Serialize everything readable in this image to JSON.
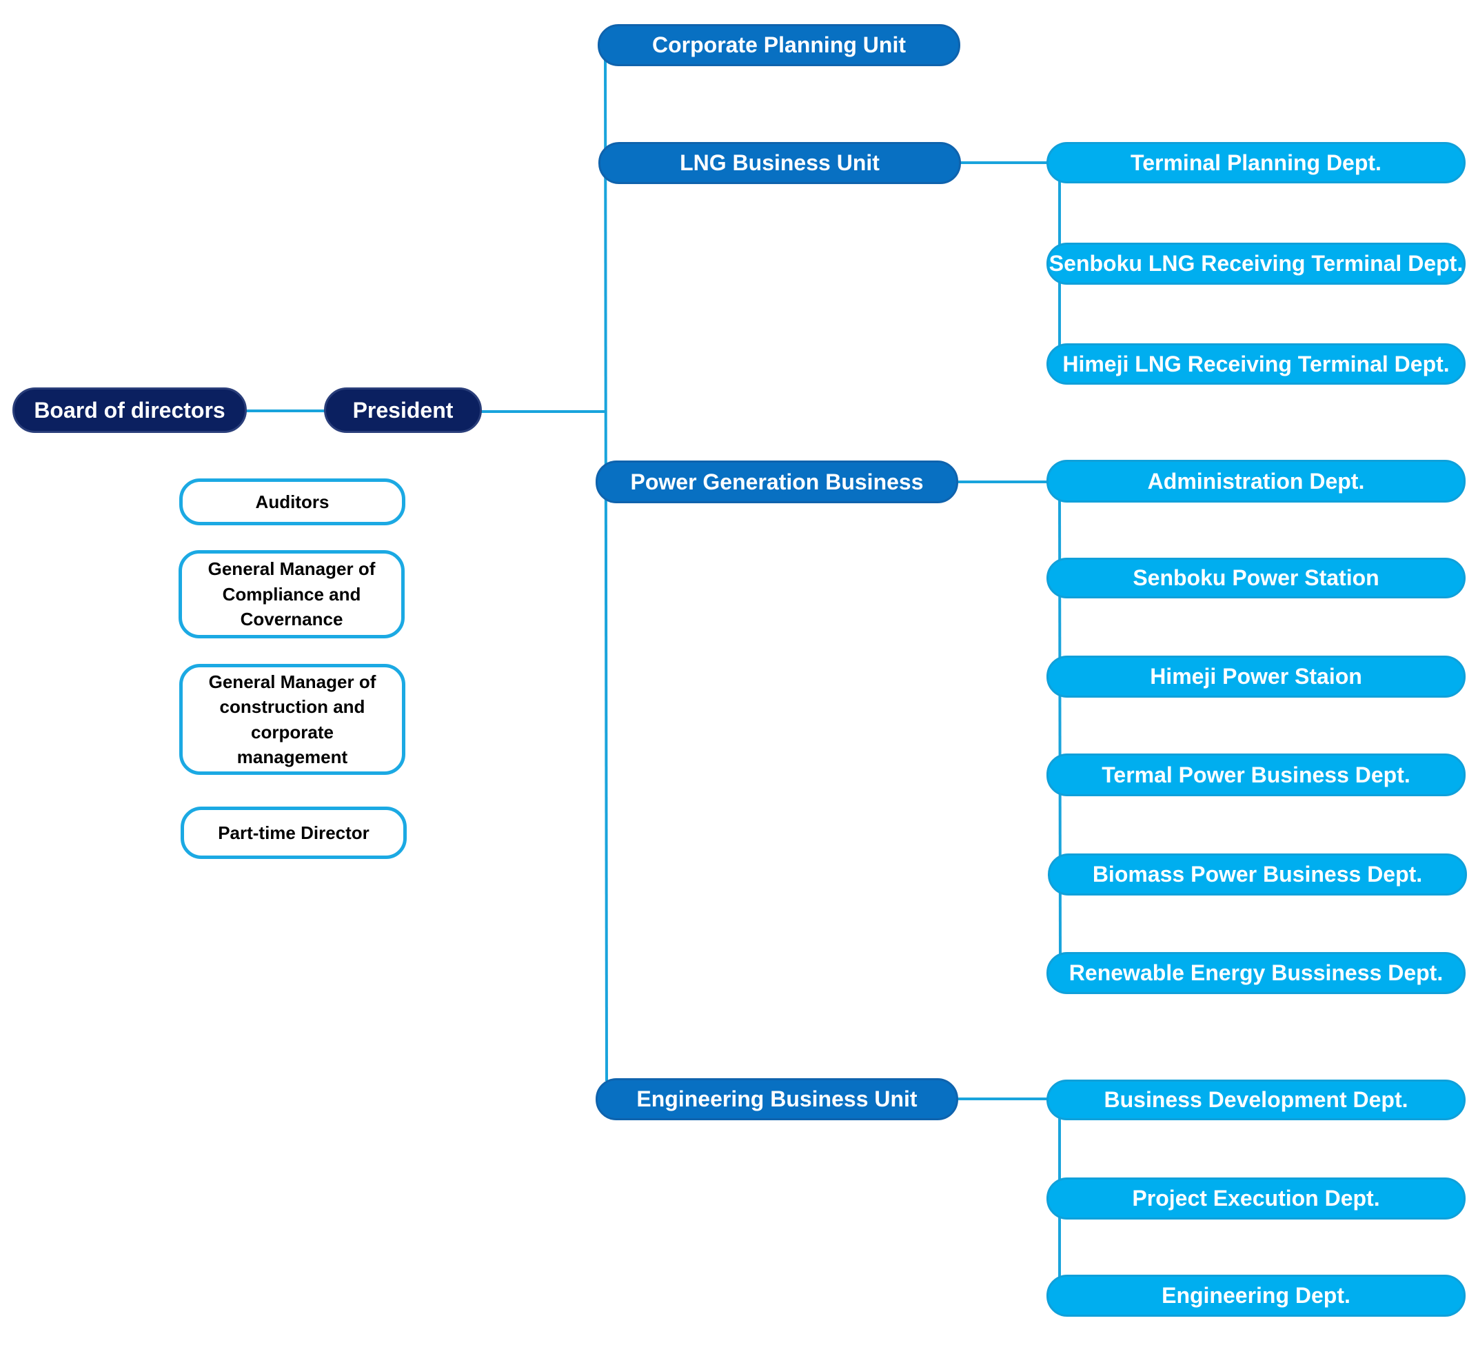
{
  "colors": {
    "dark_navy": "#0b2060",
    "unit_blue": "#0870c2",
    "dept_cyan": "#00aeef",
    "connector": "#19a4dc",
    "outline": "#1ba9e3"
  },
  "governance": {
    "board": "Board of directors",
    "president": "President"
  },
  "officers": [
    {
      "label": "Auditors"
    },
    {
      "label": "General Manager of Compliance and Covernance"
    },
    {
      "label": "General Manager of construction and corporate management"
    },
    {
      "label": "Part-time Director"
    }
  ],
  "units": [
    {
      "label": "Corporate Planning Unit"
    },
    {
      "label": "LNG Business Unit"
    },
    {
      "label": "Power Generation Business"
    },
    {
      "label": "Engineering Business Unit"
    }
  ],
  "lng_depts": [
    {
      "label": "Terminal Planning Dept."
    },
    {
      "label": "Senboku LNG Receiving Terminal Dept."
    },
    {
      "label": "Himeji LNG Receiving Terminal Dept."
    }
  ],
  "power_depts": [
    {
      "label": "Administration Dept."
    },
    {
      "label": "Senboku Power Station"
    },
    {
      "label": "Himeji Power Staion"
    },
    {
      "label": "Termal Power Business Dept."
    },
    {
      "label": "Biomass Power Business Dept."
    },
    {
      "label": "Renewable Energy Bussiness Dept."
    }
  ],
  "engineering_depts": [
    {
      "label": "Business Development Dept."
    },
    {
      "label": "Project Execution Dept."
    },
    {
      "label": "Engineering Dept."
    }
  ]
}
